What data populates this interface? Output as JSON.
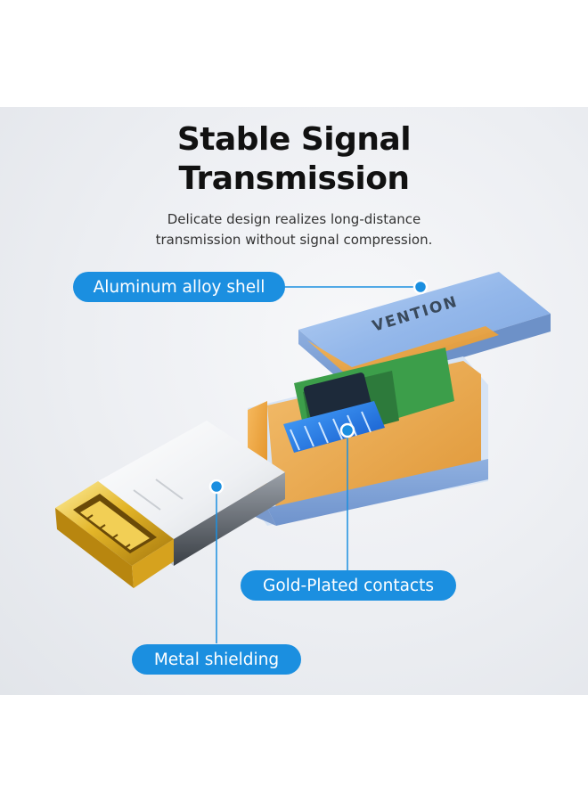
{
  "heading": {
    "line1": "Stable Signal",
    "line2": "Transmission"
  },
  "description": {
    "line1": "Delicate design realizes long-distance",
    "line2": "transmission without signal compression."
  },
  "callouts": {
    "shell": "Aluminum alloy shell",
    "contacts": "Gold-Plated contacts",
    "shielding": "Metal shielding"
  },
  "brand": {
    "logo_text": "VENTION"
  },
  "colors": {
    "accent_blue": "#1b8fe0",
    "shell_blue": "#8fb4e8",
    "inner_orange": "#f2a540",
    "gold": "#e3b528"
  }
}
